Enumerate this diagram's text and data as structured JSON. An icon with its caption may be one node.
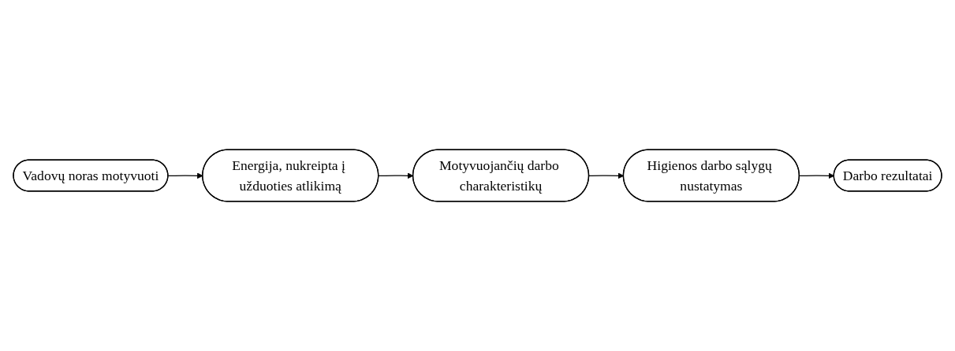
{
  "diagram": {
    "nodes": [
      {
        "text": [
          "Energija, nukreipta į užduoties atlikimą"
        ]
      },
      {
        "text": [
          "Motyvuojančių darbo charakteristikų"
        ]
      },
      {
        "text": [
          "Darbo rezultatai"
        ]
      },
      {
        "text": [
          "Vadovų noras motyvuoti"
        ]
      },
      {
        "text": [
          "Higienos darbo sąlygų nustatymas"
        ]
      }
    ],
    "edges": [
      {
        "from": 3,
        "to": 0,
        "arrow": "to"
      },
      {
        "from": 0,
        "to": 1,
        "arrow": "to"
      },
      {
        "from": 1,
        "to": 4,
        "arrow": "to"
      },
      {
        "from": 4,
        "to": 2,
        "arrow": "to"
      }
    ]
  }
}
